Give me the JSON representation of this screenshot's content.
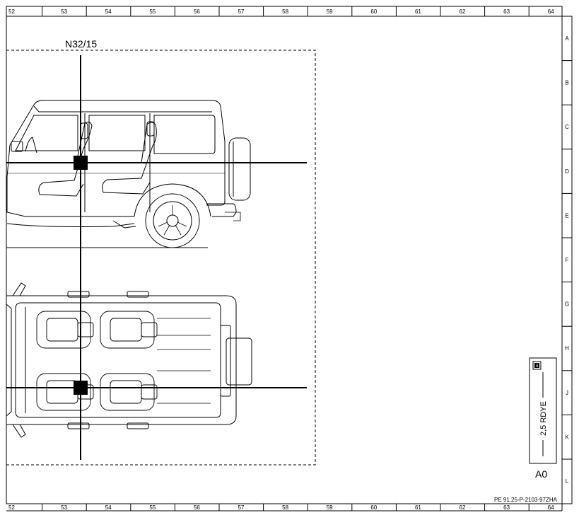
{
  "frame": {
    "columns": [
      "52",
      "53",
      "54",
      "55",
      "56",
      "57",
      "58",
      "59",
      "60",
      "61",
      "62",
      "63",
      "64"
    ],
    "rows": [
      "A",
      "B",
      "C",
      "D",
      "E",
      "F",
      "G",
      "H",
      "J",
      "K",
      "L"
    ]
  },
  "component": {
    "label": "N32/15"
  },
  "wire": {
    "label": "2,5 RDYE",
    "connector": "A0",
    "icon": "info-icon"
  },
  "document": {
    "code": "PE 91.25-P-2103-97ZHA"
  }
}
